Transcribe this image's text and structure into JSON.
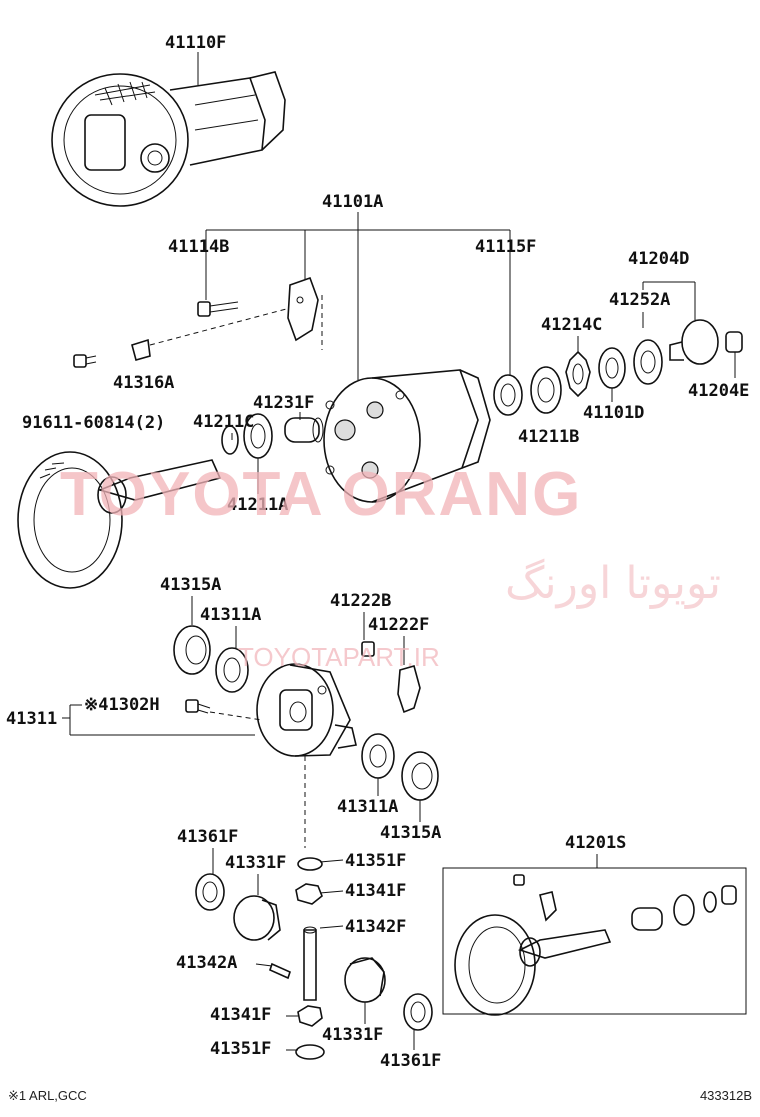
{
  "labels": {
    "p41110F": "41110F",
    "p41101A": "41101A",
    "p41114B": "41114B",
    "p41115F": "41115F",
    "p41204D": "41204D",
    "p41252A": "41252A",
    "p41214C": "41214C",
    "p41316A": "41316A",
    "p91611": "91611-60814(2)",
    "p41231F": "41231F",
    "p41211C": "41211C",
    "p41101D": "41101D",
    "p41204E": "41204E",
    "p41211B": "41211B",
    "p41211A": "41211A",
    "p41315A_top": "41315A",
    "p41311A_top": "41311A",
    "p41222B": "41222B",
    "p41222F": "41222F",
    "p41311": "41311",
    "p41302H": "※41302H",
    "p41311A_bot": "41311A",
    "p41315A_bot": "41315A",
    "p41361F_top": "41361F",
    "p41331F_top": "41331F",
    "p41351F_top": "41351F",
    "p41341F_top": "41341F",
    "p41342F": "41342F",
    "p41342A": "41342A",
    "p41341F_bot": "41341F",
    "p41331F_bot": "41331F",
    "p41351F_bot": "41351F",
    "p41361F_bot": "41361F",
    "p41201S": "41201S"
  },
  "footer": {
    "note": "※1 ARL,GCC",
    "code": "433312B"
  },
  "watermark": {
    "brand": "TOYOTA ORANG",
    "persian": "تویوتا اورنگ",
    "url": "TOYOTAPART.IR"
  }
}
